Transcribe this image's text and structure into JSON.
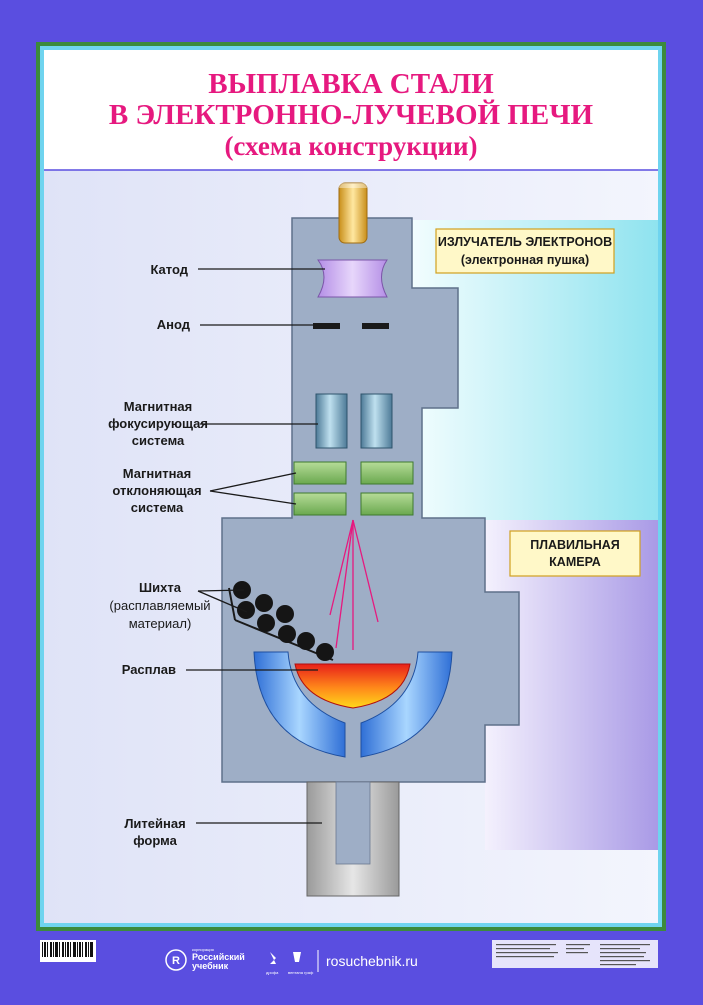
{
  "title": {
    "line1": "ВЫПЛАВКА СТАЛИ",
    "line2": "В ЭЛЕКТРОННО-ЛУЧЕВОЙ ПЕЧИ",
    "line3": "(схема конструкции)"
  },
  "boxes": {
    "emitter_line1": "ИЗЛУЧАТЕЛЬ ЭЛЕКТРОНОВ",
    "emitter_line2": "(электронная пушка)",
    "chamber_line1": "ПЛАВИЛЬНАЯ",
    "chamber_line2": "КАМЕРА"
  },
  "labels": {
    "cathode": "Катод",
    "anode": "Анод",
    "focusing_1": "Магнитная",
    "focusing_2": "фокусирующая",
    "focusing_3": "система",
    "deflecting_1": "Магнитная",
    "deflecting_2": "отклоняющая",
    "deflecting_3": "система",
    "charge_1": "Шихта",
    "charge_2": "(расплавляемый",
    "charge_3": "материал)",
    "melt": "Расплав",
    "mold_1": "Литейная",
    "mold_2": "форма"
  },
  "footer": {
    "publisher_small": "корпорация",
    "publisher_line1": "Российский",
    "publisher_line2": "учебник",
    "brand1": "дрофа",
    "brand2": "вентана граф",
    "website": "rosuchebnik.ru"
  },
  "colors": {
    "border": "#5a4ee0",
    "title": "#e6197f",
    "furnace": "#9eaec6",
    "callout_box": "#fff8c8",
    "beam": "#e6197f"
  }
}
